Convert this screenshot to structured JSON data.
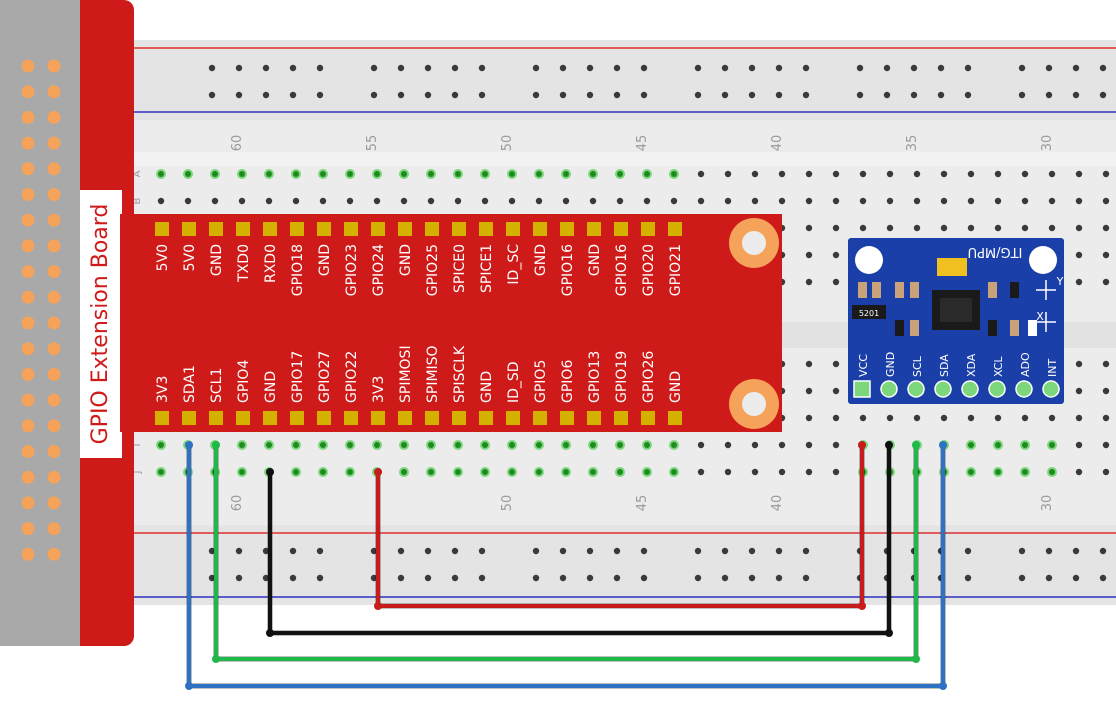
{
  "board_label": "GPIO Extension Board",
  "module": {
    "name": "ITG/MPU",
    "pins": [
      "VCC",
      "GND",
      "SCL",
      "SDA",
      "XDA",
      "XCL",
      "ADO",
      "INT"
    ],
    "chip_label": "5201",
    "axis_labels": [
      "Y",
      "X"
    ]
  },
  "header_top_pins": [
    "5V0",
    "5V0",
    "GND",
    "TXD0",
    "RXD0",
    "GPIO18",
    "GND",
    "GPIO23",
    "GPIO24",
    "GND",
    "GPIO25",
    "SPICE0",
    "SPICE1",
    "ID_SC",
    "GND",
    "GPIO16",
    "GND",
    "GPIO16",
    "GPIO20",
    "GPIO21"
  ],
  "header_bottom_pins": [
    "3V3",
    "SDA1",
    "SCL1",
    "GPIO4",
    "GND",
    "GPIO17",
    "GPIO27",
    "GPIO22",
    "3V3",
    "SPIMOSI",
    "SPIMISO",
    "SPISCLK",
    "GND",
    "ID_SD",
    "GPIO5",
    "GPIO6",
    "GPIO13",
    "GPIO19",
    "GPIO26",
    "GND"
  ],
  "breadboard": {
    "column_numbers_top": [
      "60",
      "55",
      "50",
      "45",
      "40",
      "35",
      "30"
    ],
    "column_numbers_bottom": [
      "60",
      "50",
      "45",
      "40",
      "30"
    ],
    "row_letters_top": [
      "A",
      "B"
    ],
    "row_letters_bottom": [
      "I",
      "J"
    ]
  },
  "wires": [
    {
      "from": "SDA1",
      "to": "SDA",
      "color": "#2f72c4"
    },
    {
      "from": "SCL1",
      "to": "SCL",
      "color": "#1fb84a"
    },
    {
      "from": "GND",
      "to": "GND",
      "color": "#111111"
    },
    {
      "from": "3V3",
      "to": "VCC",
      "color": "#c81c1c"
    }
  ],
  "colors": {
    "board_red": "#cf1a1a",
    "board_gray": "#a9a9a9",
    "header_pin": "#d4b000",
    "pcb_blue": "#1b3fa8",
    "breadboard": "#eeeeee",
    "rail_red": "#e03030",
    "rail_blue": "#3030c0",
    "hole": "#3a3a3a",
    "hole_active": "#7cd67c",
    "gray_pin": "#f5a25a"
  }
}
